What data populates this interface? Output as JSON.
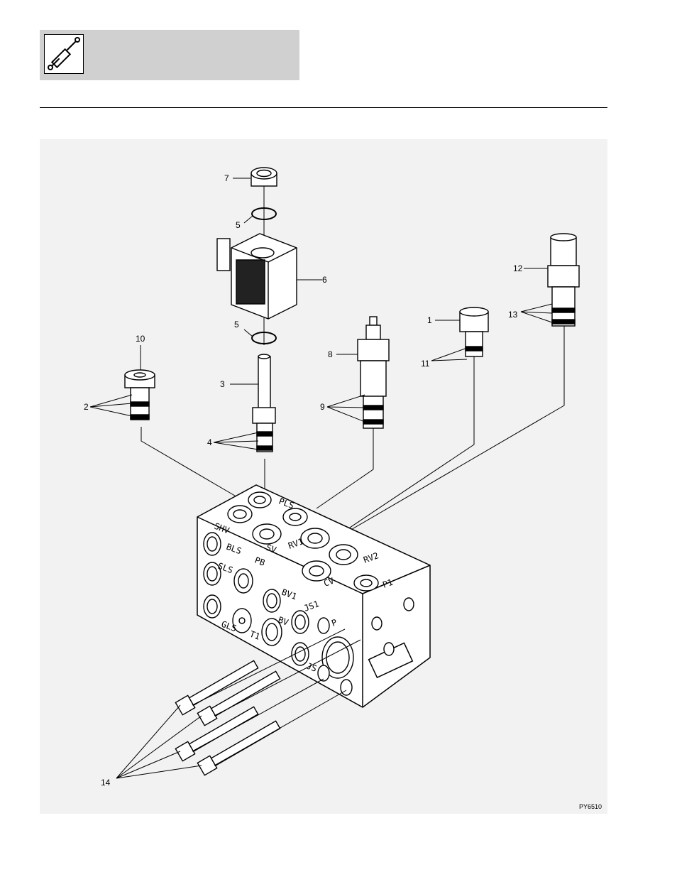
{
  "header": {
    "icon": "hydraulic-cylinder-icon"
  },
  "figure": {
    "code": "PY6510",
    "callouts": [
      "1",
      "2",
      "3",
      "4",
      "5",
      "5",
      "6",
      "7",
      "8",
      "9",
      "10",
      "11",
      "12",
      "13",
      "14"
    ],
    "ports": [
      "SHV",
      "PLS",
      "SV",
      "RV1",
      "RV2",
      "CV",
      "P1",
      "BLS",
      "SLS",
      "PB",
      "BV1",
      "GLS",
      "T1",
      "BV",
      "JS1",
      "P",
      "JS"
    ]
  }
}
